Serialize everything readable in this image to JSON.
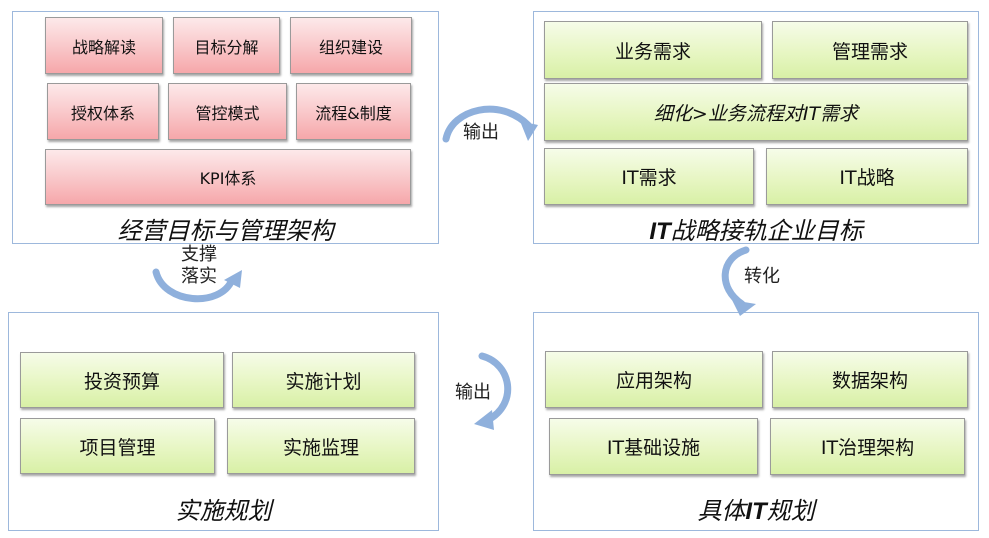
{
  "panels": {
    "top_left": {
      "title": "经营目标与管理架构",
      "row1": [
        "战略解读",
        "目标分解",
        "组织建设"
      ],
      "row2": [
        "授权体系",
        "管控模式",
        "流程&制度"
      ],
      "row3": "KPI体系"
    },
    "top_right": {
      "title_prefix": "IT",
      "title_rest": "战略接轨企业目标",
      "row1": [
        "业务需求",
        "管理需求"
      ],
      "row2": "细化>业务流程对IT需求",
      "row3": [
        "IT需求",
        "IT战略"
      ]
    },
    "bottom_left": {
      "title": "实施规划",
      "row1": [
        "投资预算",
        "实施计划"
      ],
      "row2": [
        "项目管理",
        "实施监理"
      ]
    },
    "bottom_right": {
      "title_pre": "具体",
      "title_mid": "IT",
      "title_post": "规划",
      "row1": [
        "应用架构",
        "数据架构"
      ],
      "row2": [
        "IT基础设施",
        "IT治理架构"
      ]
    }
  },
  "connectors": {
    "top": "输出",
    "right": "转化",
    "bottom": "输出",
    "left_line1": "支撑",
    "left_line2": "落实"
  },
  "colors": {
    "panel_border": "#9db8dc",
    "arrow": "#8fb0dc",
    "pink_box": "#f9c9cb",
    "green_box": "#e7f6c3"
  }
}
